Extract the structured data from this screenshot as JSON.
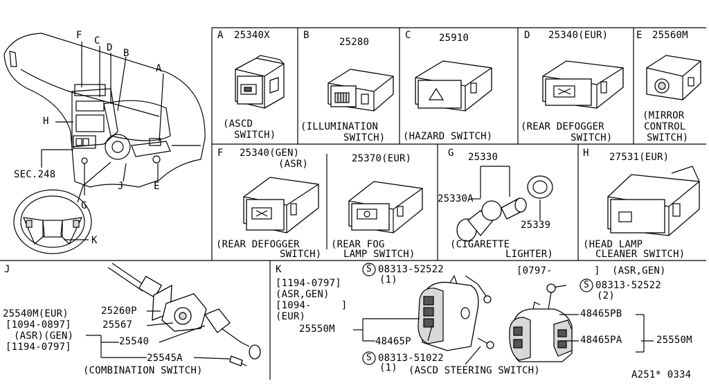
{
  "diagram_id": "A251* 0334",
  "overview": {
    "callouts": [
      "F",
      "C",
      "D",
      "B",
      "A",
      "H",
      "J",
      "E",
      "G",
      "K"
    ],
    "sec_ref": "SEC.248"
  },
  "panels": {
    "A": {
      "letter": "A",
      "part": "25340X",
      "caption": [
        "(ASCD",
        "SWITCH)"
      ]
    },
    "B": {
      "letter": "B",
      "part": "25280",
      "caption": [
        "(ILLUMINATION",
        "SWITCH)"
      ]
    },
    "C": {
      "letter": "C",
      "part": "25910",
      "caption": [
        "(HAZARD SWITCH)"
      ]
    },
    "D": {
      "letter": "D",
      "part": "25340(EUR)",
      "caption": [
        "(REAR DEFOGGER",
        "SWITCH)"
      ]
    },
    "E": {
      "letter": "E",
      "part": "25560M",
      "caption": [
        "(MIRROR",
        "CONTROL",
        "SWITCH)"
      ]
    },
    "F": {
      "letter": "F",
      "part_a": "25340(GEN)",
      "part_a_note": "(ASR)",
      "caption_a": [
        "(REAR DEFOGGER",
        "SWITCH)"
      ],
      "part_b": "25370(EUR)",
      "caption_b": [
        "(REAR FOG",
        "LAMP SWITCH)"
      ]
    },
    "G": {
      "letter": "G",
      "part_top": "25330",
      "part_a": "25330A",
      "part_b": "25339",
      "caption": [
        "(CIGARETTE",
        "LIGHTER)"
      ]
    },
    "H": {
      "letter": "H",
      "part": "27531(EUR)",
      "caption": [
        "(HEAD LAMP",
        "CLEANER SWITCH)"
      ]
    },
    "J": {
      "letter": "J",
      "labels": [
        "25260P",
        "25567",
        "25540",
        "25545A"
      ],
      "variant": [
        "25540M(EUR)",
        "[1094-0897]",
        "(ASR)(GEN)",
        "[1194-0797]"
      ],
      "caption": "(COMBINATION SWITCH)"
    },
    "K": {
      "letter": "K",
      "screw_top": "08313-52522",
      "screw_top_qty": "(1)",
      "range_a": "[1194-0797]",
      "note_a": "(ASR,GEN)",
      "range_b": "[1094-     ]",
      "note_b": "(EUR)",
      "left_part": "25550M",
      "left_sub": "48465P",
      "screw_bottom": "08313-51022",
      "screw_bottom_qty": "(1)",
      "right_range": "[0797-       ]",
      "right_note": "(ASR,GEN)",
      "screw_right": "08313-52522",
      "screw_right_qty": "(2)",
      "right_pb": "48465PB",
      "right_pa": "48465PA",
      "right_part": "25550M",
      "caption": "(ASCD STEERING SWITCH)"
    }
  }
}
